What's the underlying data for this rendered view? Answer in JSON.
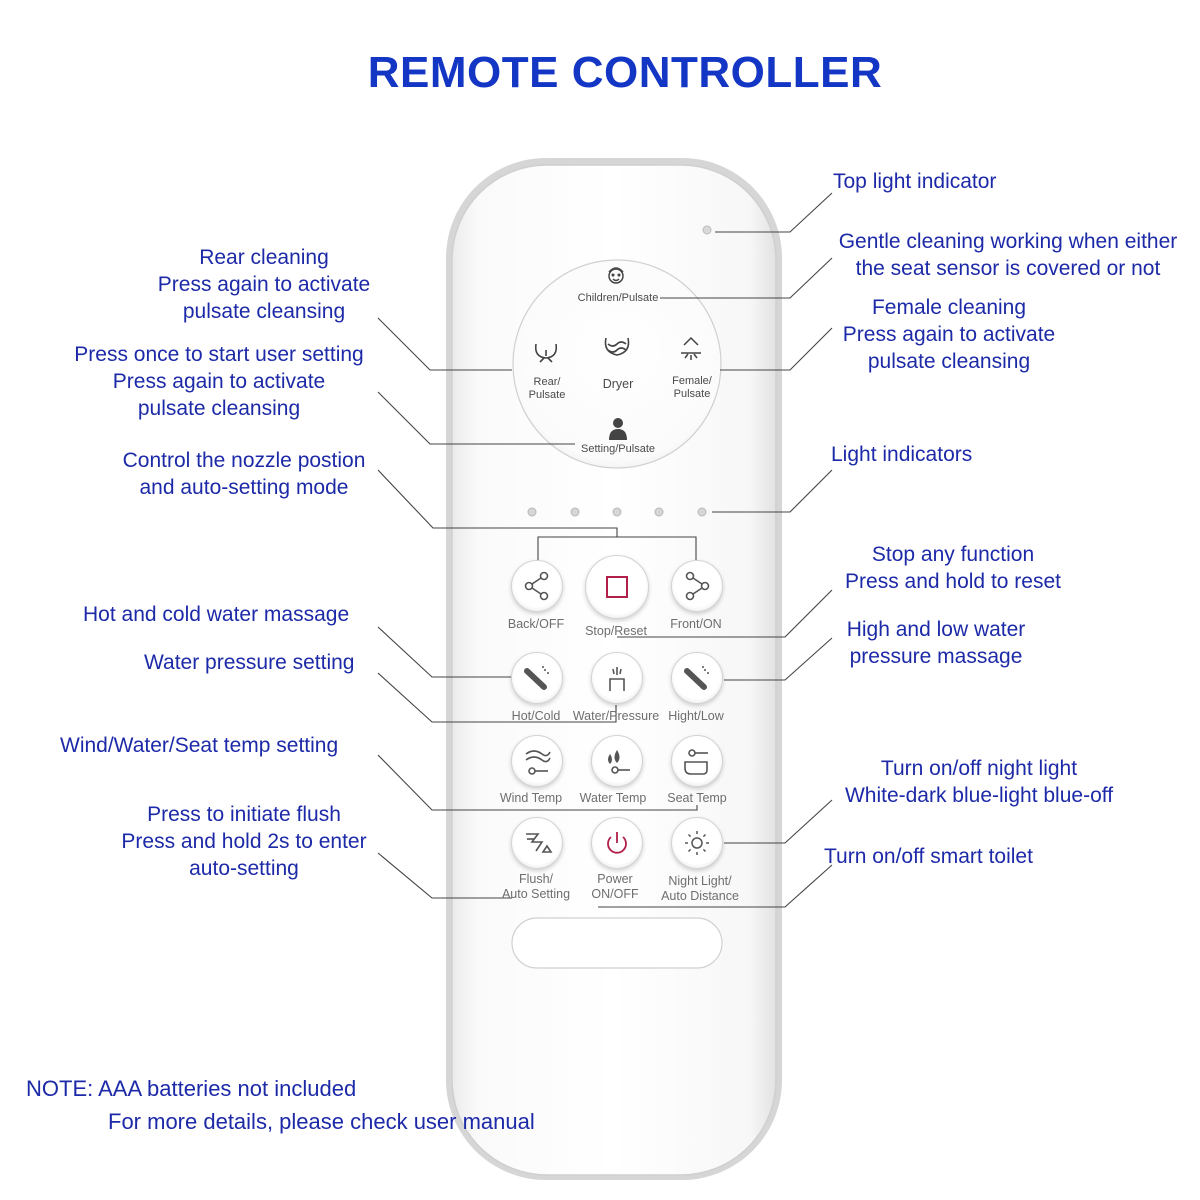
{
  "title": "REMOTE CONTROLLER",
  "annotations": {
    "top_light": [
      "Top light indicator"
    ],
    "gentle": [
      "Gentle cleaning working when either",
      "the seat sensor is covered or not"
    ],
    "rear": [
      "Rear cleaning",
      "Press again to activate",
      "pulsate cleansing"
    ],
    "female": [
      "Female cleaning",
      "Press again to activate",
      "pulsate cleansing"
    ],
    "user_setting": [
      "Press once to start user setting",
      "Press again to activate",
      "pulsate cleansing"
    ],
    "light_indicators": [
      "Light indicators"
    ],
    "nozzle": [
      "Control the nozzle postion",
      "and auto-setting mode"
    ],
    "stop": [
      "Stop any function",
      "Press and hold to reset"
    ],
    "hot_cold": [
      "Hot and cold water massage"
    ],
    "high_low": [
      "High and low water",
      "pressure massage"
    ],
    "pressure": [
      "Water pressure setting"
    ],
    "temp": [
      "Wind/Water/Seat temp setting"
    ],
    "night_light": [
      "Turn on/off night light",
      "White-dark blue-light blue-off"
    ],
    "flush": [
      "Press to initiate flush",
      "Press and hold 2s to enter",
      "auto-setting"
    ],
    "power": [
      "Turn on/off smart toilet"
    ]
  },
  "disc": {
    "children": "Children/Pulsate",
    "rear": [
      "Rear/",
      "Pulsate"
    ],
    "dryer": "Dryer",
    "female": [
      "Female/",
      "Pulsate"
    ],
    "setting": "Setting/Pulsate"
  },
  "buttons": {
    "back": [
      "Back/OFF"
    ],
    "stop": [
      "Stop/Reset"
    ],
    "front": [
      "Front/ON"
    ],
    "hot_cold": [
      "Hot/Cold"
    ],
    "water_pressure": [
      "Water/Pressure"
    ],
    "high_low": [
      "Hight/Low"
    ],
    "wind_temp": [
      "Wind Temp"
    ],
    "water_temp": [
      "Water Temp"
    ],
    "seat_temp": [
      "Seat Temp"
    ],
    "flush": [
      "Flush/",
      "Auto Setting"
    ],
    "power": [
      "Power",
      "ON/OFF"
    ],
    "night_light": [
      "Night Light/",
      "Auto Distance"
    ]
  },
  "notes": [
    "NOTE: AAA batteries not included",
    "For more details, please check user manual"
  ],
  "colors": {
    "title": "#1436c4",
    "annotation_text": "#1d2aa8",
    "stop_power_icon": "#b02048"
  }
}
